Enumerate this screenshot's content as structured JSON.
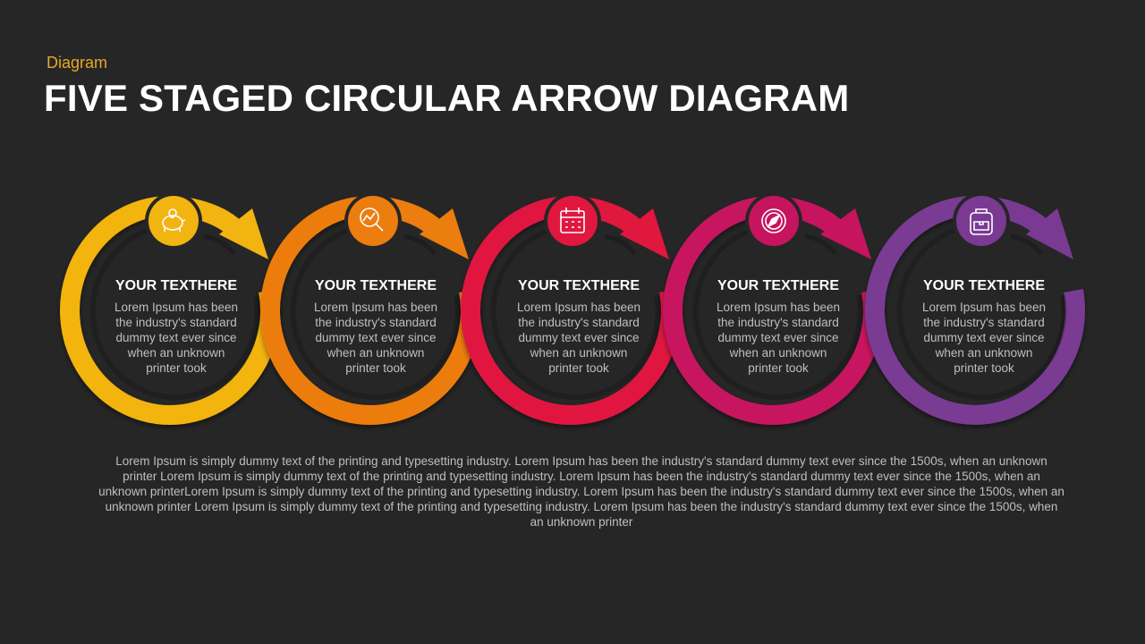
{
  "header": {
    "category": "Diagram",
    "title": "FIVE STAGED CIRCULAR ARROW DIAGRAM"
  },
  "stages": [
    {
      "heading": "YOUR TEXTHERE",
      "body": "Lorem Ipsum has been the industry's standard dummy text ever since when an unknown printer took",
      "icon": "piggy-bank-icon",
      "color": "#F2B410"
    },
    {
      "heading": "YOUR TEXTHERE",
      "body": "Lorem Ipsum has been the industry's standard dummy text ever since when an unknown printer took",
      "icon": "magnifier-chart-icon",
      "color": "#EC7D0F"
    },
    {
      "heading": "YOUR TEXTHERE",
      "body": "Lorem Ipsum has been the industry's standard dummy text ever since when an unknown printer took",
      "icon": "calendar-icon",
      "color": "#E0173F"
    },
    {
      "heading": "YOUR TEXTHERE",
      "body": "Lorem Ipsum has been the industry's standard dummy text ever since when an unknown printer took",
      "icon": "compass-icon",
      "color": "#C7145F"
    },
    {
      "heading": "YOUR TEXTHERE",
      "body": "Lorem Ipsum has been the industry's standard dummy text ever since when an unknown printer took",
      "icon": "backpack-icon",
      "color": "#7A3A93"
    }
  ],
  "footer": {
    "text": "Lorem Ipsum is simply dummy text of the printing and typesetting industry. Lorem Ipsum has been the industry's standard dummy text ever since the 1500s, when an unknown printer Lorem Ipsum is simply dummy text of the printing and typesetting industry. Lorem Ipsum has been the industry's standard dummy text ever since the 1500s, when an unknown printerLorem Ipsum is simply dummy text of the printing and typesetting industry. Lorem Ipsum has been the industry's standard dummy text ever since the 1500s, when an unknown printer Lorem Ipsum is simply dummy text of the printing and typesetting industry. Lorem Ipsum has been the industry's standard dummy text ever since the 1500s, when an unknown printer"
  }
}
